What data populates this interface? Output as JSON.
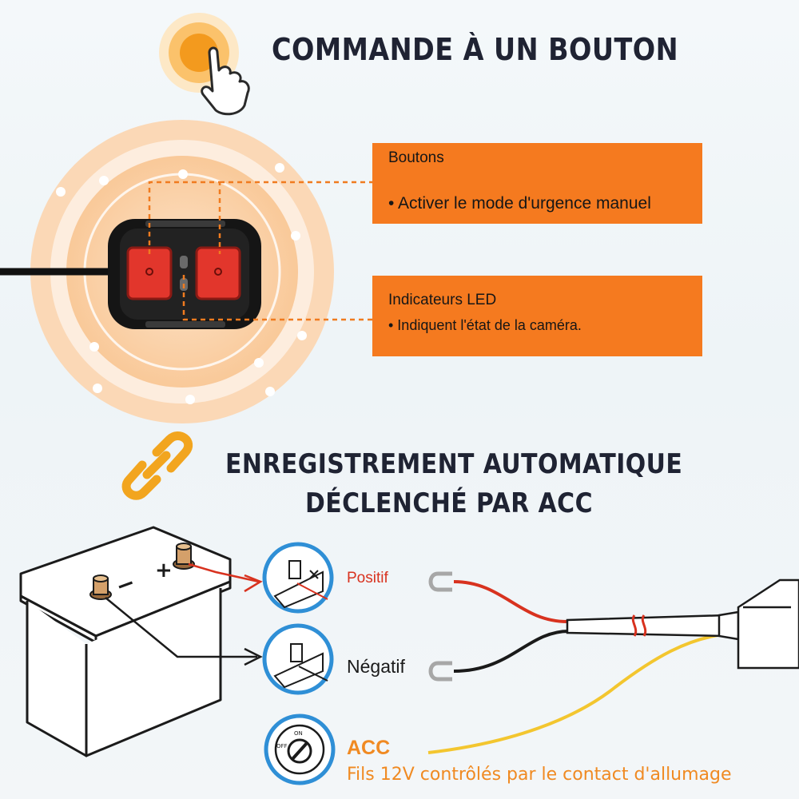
{
  "section1": {
    "title": "COMMANDE À UN BOUTON",
    "callouts": [
      {
        "title": "Boutons",
        "bullet": "• Activer le mode d'urgence manuel"
      },
      {
        "title": "Indicateurs LED",
        "bullet": "• Indiquent l'état de la caméra."
      }
    ]
  },
  "section2": {
    "title_line1": "ENREGISTREMENT AUTOMATIQUE",
    "title_line2": "DÉCLENCHÉ PAR ACC",
    "battery": {
      "minus": "−",
      "plus": "+"
    },
    "switch": {
      "on": "ON",
      "off": "OFF"
    },
    "wires": [
      {
        "label": "Positif",
        "color": "#d8321f"
      },
      {
        "label": "Négatif",
        "color": "#1a1a1a"
      }
    ],
    "acc": {
      "label": "ACC",
      "description": "Fils 12V contrôlés par le contact d'allumage",
      "color": "#f08a22"
    }
  },
  "colors": {
    "orange": "#f57a1f",
    "button_red": "#e2362c",
    "wire_yellow": "#f3c62f",
    "ring_blue": "#2f8fd6"
  }
}
